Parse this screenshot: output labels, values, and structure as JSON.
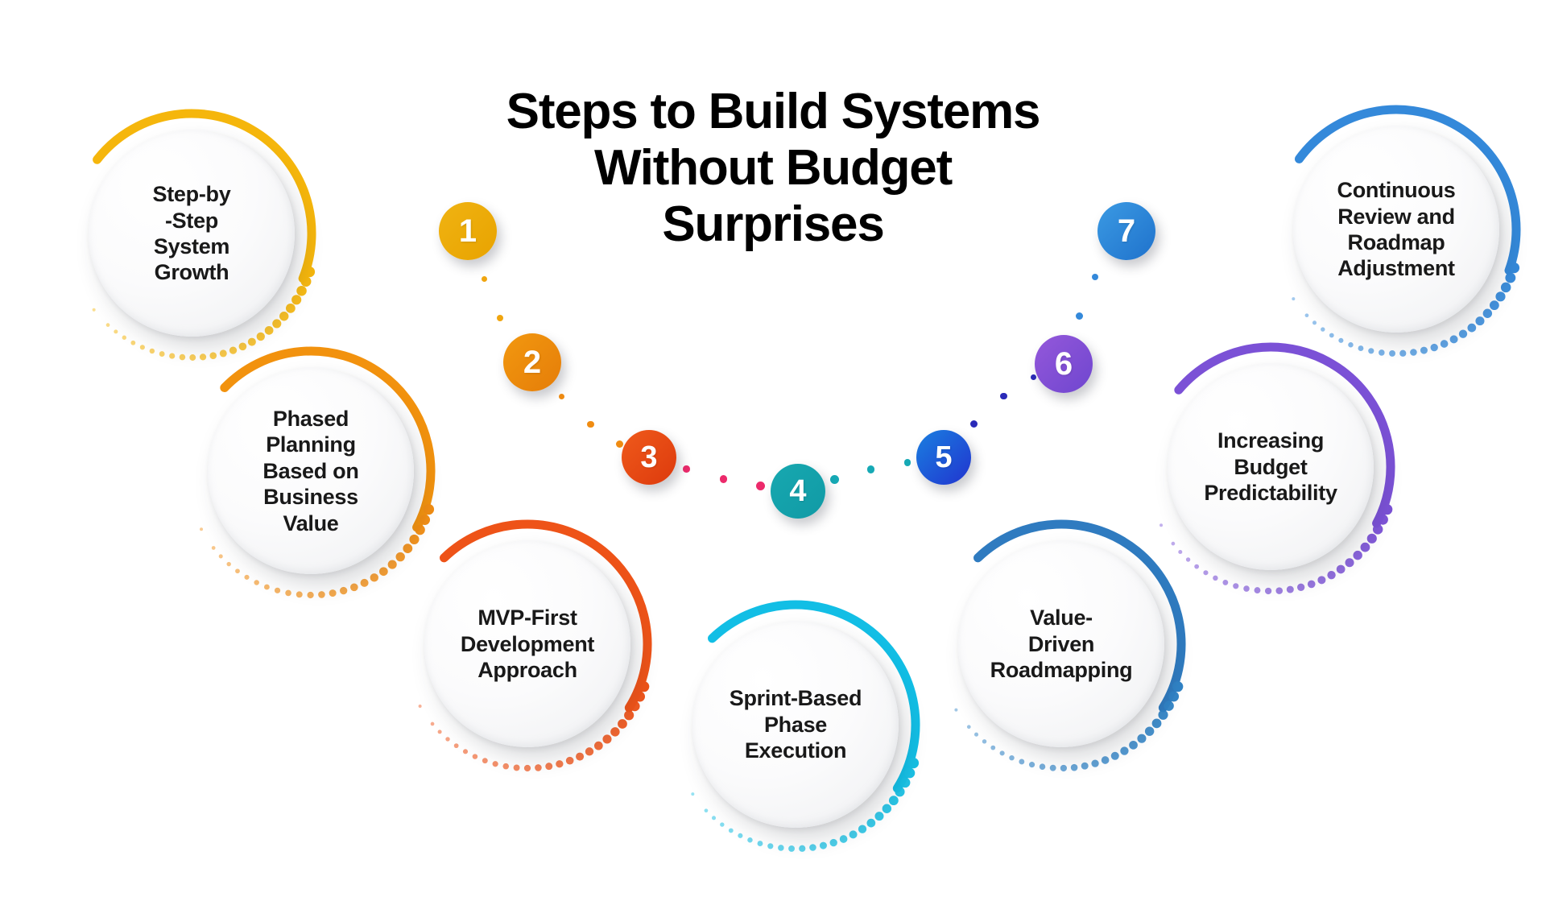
{
  "title": {
    "lines": [
      "Steps to Build Systems",
      "Without Budget",
      "Surprises"
    ],
    "color": "#000000"
  },
  "steps": [
    {
      "number": "1",
      "label": "Step-by\n-Step\nSystem\nGrowth",
      "arc_color": "#f5b60c",
      "dot_color": "#f5b60c",
      "badge_from": "#f0b312",
      "badge_to": "#e8a300"
    },
    {
      "number": "2",
      "label": "Phased\nPlanning\nBased on\nBusiness\nValue",
      "arc_color": "#f2920e",
      "dot_color": "#f08c12",
      "badge_from": "#f2980f",
      "badge_to": "#e57d09"
    },
    {
      "number": "3",
      "label": "MVP-First\nDevelopment\nApproach",
      "arc_color": "#ee5318",
      "dot_color": "#ee5318",
      "badge_from": "#ef5a1b",
      "badge_to": "#dd3a0d"
    },
    {
      "number": "4",
      "label": "Sprint-Based\nPhase\nExecution",
      "arc_color": "#12bee5",
      "dot_color": "#17bfe3",
      "badge_from": "#17a8b0",
      "badge_to": "#119aa5"
    },
    {
      "number": "5",
      "label": "Value-\nDriven\nRoadmapping",
      "arc_color": "#2f7bc0",
      "dot_color": "#3083c6",
      "badge_from": "#1a7fe0",
      "badge_to": "#2134cf"
    },
    {
      "number": "6",
      "label": "Increasing\nBudget\nPredictability",
      "arc_color": "#7b51d6",
      "dot_color": "#7b51d6",
      "badge_from": "#9458da",
      "badge_to": "#6f46cf"
    },
    {
      "number": "7",
      "label": "Continuous\nReview and\nRoadmap\nAdjustment",
      "arc_color": "#3489da",
      "dot_color": "#3489da",
      "badge_from": "#3b9ae3",
      "badge_to": "#1f72cc"
    }
  ],
  "connector_dots": {
    "segment_1_2": "#f0a50f",
    "segment_2_3": "#f08c12",
    "segment_3_4": "#ec2a6b",
    "segment_4_5": "#16a9b5",
    "segment_5_6": "#2a2ab8",
    "segment_6_7": "#3489da"
  }
}
